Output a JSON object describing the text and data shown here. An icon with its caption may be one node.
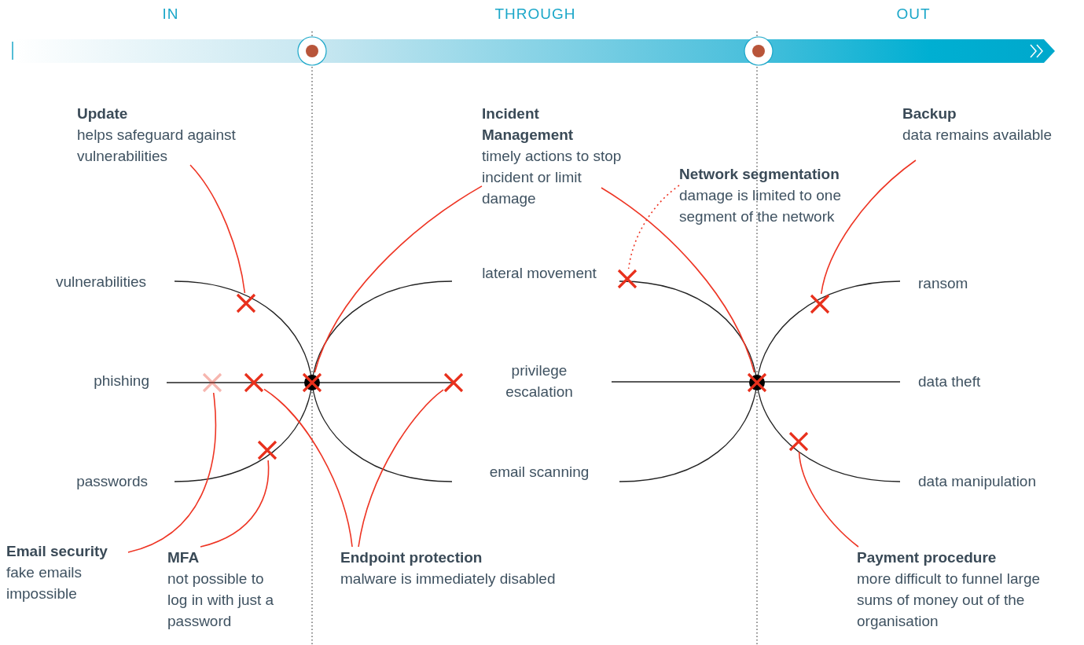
{
  "diagram": {
    "nodes": [
      {
        "text": [
          "Update",
          "helps safeguard against vulnerabilities"
        ]
      },
      {
        "text": [
          "Incident Management",
          "timely actions to stop incident or limit damage"
        ]
      },
      {
        "text": [
          "Network segmentation",
          "damage is limited to one segment of the network"
        ]
      },
      {
        "text": [
          "Backup",
          "data remains available"
        ]
      },
      {
        "text": [],
        "shape": "cross"
      },
      {
        "text": [],
        "shape": "cross"
      },
      {
        "text": [],
        "shape": "cross"
      },
      {
        "text": [],
        "shape": "cross"
      },
      {
        "text": [],
        "shape": "cross"
      },
      {
        "text": [],
        "shape": "cross"
      },
      {
        "text": [],
        "shape": "cross"
      },
      {
        "text": [],
        "shape": "cross"
      },
      {
        "text": [],
        "shape": "cross"
      },
      {
        "text": [],
        "shape": "cross"
      },
      {
        "text": [
          "Email security",
          "fake emails impossible"
        ]
      },
      {
        "text": [
          "MFA",
          "not possible to log in with just a password"
        ]
      },
      {
        "text": [
          "Endpoint protection",
          "malware is immediately disabled"
        ]
      },
      {
        "text": [
          "Payment procedure",
          "more difficult to funnel large sums of money out of the organisation"
        ]
      }
    ],
    "edges": [
      {
        "from": 0,
        "to": 4,
        "arrow": "none"
      },
      {
        "from": 1,
        "to": 9,
        "arrow": "none"
      },
      {
        "from": 1,
        "to": 11,
        "arrow": "none"
      },
      {
        "from": 2,
        "to": 5,
        "arrow": "none",
        "style": "dashed"
      },
      {
        "from": 3,
        "to": 6,
        "arrow": "none"
      },
      {
        "from": 14,
        "to": 7,
        "arrow": "none"
      },
      {
        "from": 15,
        "to": 12,
        "arrow": "none"
      },
      {
        "from": 16,
        "to": 8,
        "arrow": "none"
      },
      {
        "from": 16,
        "to": 10,
        "arrow": "none"
      },
      {
        "from": 17,
        "to": 13,
        "arrow": "none"
      }
    ],
    "labels": [
      "IN",
      "THROUGH",
      "OUT",
      "vulnerabilities",
      "lateral movement",
      "ransom",
      "phishing",
      "privilege escalation",
      "data theft",
      "passwords",
      "email scanning",
      "data manipulation"
    ]
  }
}
